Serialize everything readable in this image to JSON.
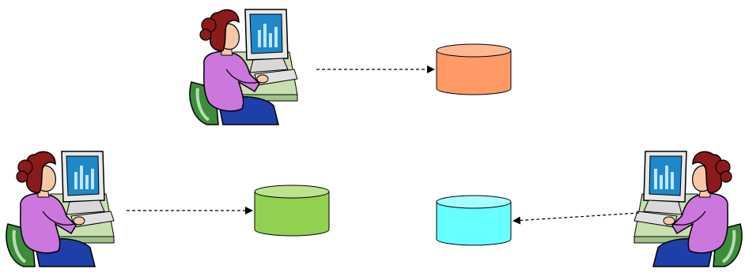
{
  "diagram": {
    "users": [
      {
        "id": "user-top",
        "icon": "user-at-computer-icon"
      },
      {
        "id": "user-left",
        "icon": "user-at-computer-icon"
      },
      {
        "id": "user-right",
        "icon": "user-at-computer-icon"
      }
    ],
    "databases": [
      {
        "id": "db-top",
        "icon": "database-cylinder-icon",
        "color": "#FF9966"
      },
      {
        "id": "db-middle",
        "icon": "database-cylinder-icon",
        "color": "#92D050"
      },
      {
        "id": "db-right",
        "icon": "database-cylinder-icon",
        "color": "#66FFFF"
      }
    ],
    "connections": [
      {
        "from": "user-top",
        "to": "db-top",
        "style": "dashed-arrow"
      },
      {
        "from": "user-left",
        "to": "db-middle",
        "style": "dashed-arrow"
      },
      {
        "from": "user-right",
        "to": "db-right",
        "style": "dashed-arrow"
      }
    ],
    "colors": {
      "woman_hair": "#8B1A1A",
      "woman_shirt": "#CC77DD",
      "woman_pants": "#1E3FA8",
      "chair": "#3C8C3C",
      "monitor_screen": "#1E88C8",
      "desk": "#C8E0B0",
      "connector": "#000000"
    }
  }
}
